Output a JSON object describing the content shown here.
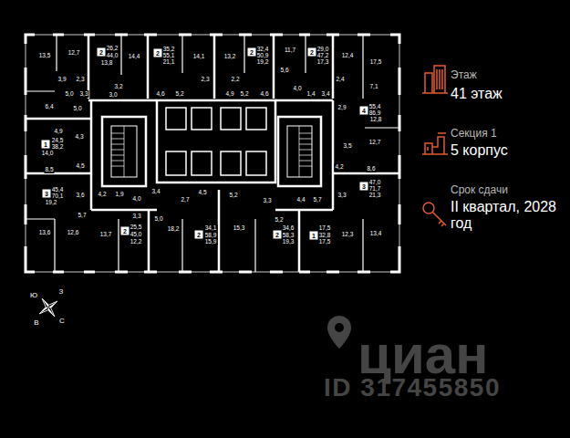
{
  "diagram": {
    "nodes": [
      {
        "text": [
          "2"
        ]
      },
      {
        "text": [
          "2"
        ]
      },
      {
        "text": [
          "2"
        ]
      },
      {
        "text": [
          "2"
        ]
      },
      {
        "text": [
          "4"
        ]
      },
      {
        "text": [
          "1"
        ]
      },
      {
        "text": [
          "3"
        ]
      },
      {
        "text": [
          "3"
        ]
      },
      {
        "text": [
          "2"
        ]
      },
      {
        "text": [
          "2"
        ]
      },
      {
        "text": [
          "2"
        ]
      },
      {
        "text": [
          "1"
        ]
      }
    ],
    "labels": [
      "Этаж",
      "41 этаж",
      "Секция 1",
      "5 корпус",
      "Срок сдачи",
      "II квартал, 2028 год",
      "Ю",
      "З",
      "В",
      "С",
      "циан",
      "ID 317455850",
      "13,5",
      "12,7",
      "26,2",
      "44,0",
      "13,8",
      "14,4",
      "35,2",
      "55,1",
      "21,1",
      "14,1",
      "13,2",
      "32,4",
      "50,9",
      "19,2",
      "11,7",
      "29,0",
      "47,2",
      "17,3",
      "12,4",
      "17,5",
      "3,9",
      "2,3",
      "5,0",
      "3,3",
      "3,0",
      "3,2",
      "4,6",
      "5,2",
      "2,3",
      "2,2",
      "4,9",
      "5,2",
      "4,6",
      "5,6",
      "4,0",
      "1,4",
      "3,4",
      "2,4",
      "7,1",
      "6,4",
      "5,0",
      "4,9",
      "4,3",
      "24,5",
      "38,2",
      "14,0",
      "8,5",
      "4,5",
      "45,4",
      "70,1",
      "19,2",
      "3,6",
      "5,7",
      "13,6",
      "12,6",
      "4,2",
      "1,9",
      "4,0",
      "3,3",
      "13,7",
      "25,5",
      "45,0",
      "12,2",
      "5,0",
      "3,4",
      "2,7",
      "4,5",
      "5,2",
      "18,2",
      "34,1",
      "58,9",
      "15,9",
      "15,3",
      "3,3",
      "5,2",
      "34,6",
      "58,3",
      "19,3",
      "4,4",
      "5,7",
      "17,5",
      "32,8",
      "17,5",
      "12,3",
      "13,4",
      "55,4",
      "86,9",
      "12,8",
      "2,9",
      "3,5",
      "12,7",
      "4,2",
      "8,6",
      "3,3",
      "47,0",
      "71,7",
      "21,3"
    ]
  }
}
